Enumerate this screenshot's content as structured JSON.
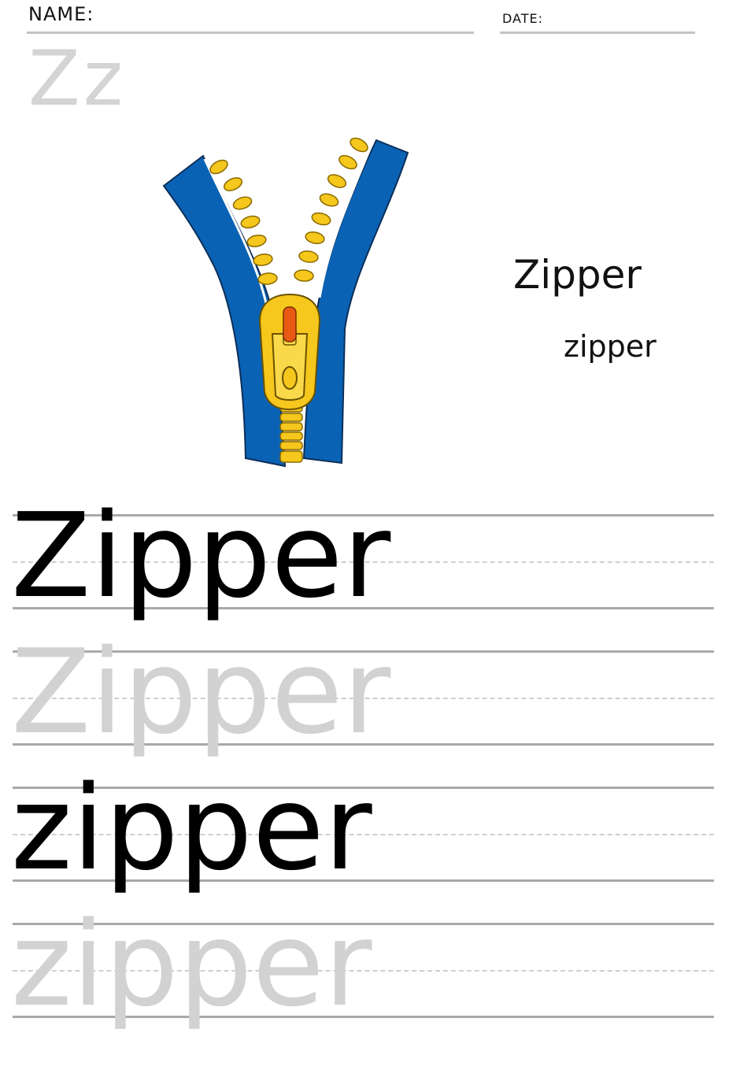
{
  "header": {
    "name_label": "NAME:",
    "date_label": "DATE:"
  },
  "letter_pair": "Zz",
  "illustration": {
    "icon": "zipper-icon",
    "colors": {
      "tape": "#0a62b4",
      "teeth": "#f6c71c",
      "pull_tab": "#e85a14"
    }
  },
  "vocab": {
    "word_capital": "Zipper",
    "word_lower": "zipper"
  },
  "practice": [
    {
      "text": "Zipper",
      "style": "solid"
    },
    {
      "text": "Zipper",
      "style": "trace"
    },
    {
      "text": "zipper",
      "style": "solid"
    },
    {
      "text": "zipper",
      "style": "trace"
    }
  ]
}
